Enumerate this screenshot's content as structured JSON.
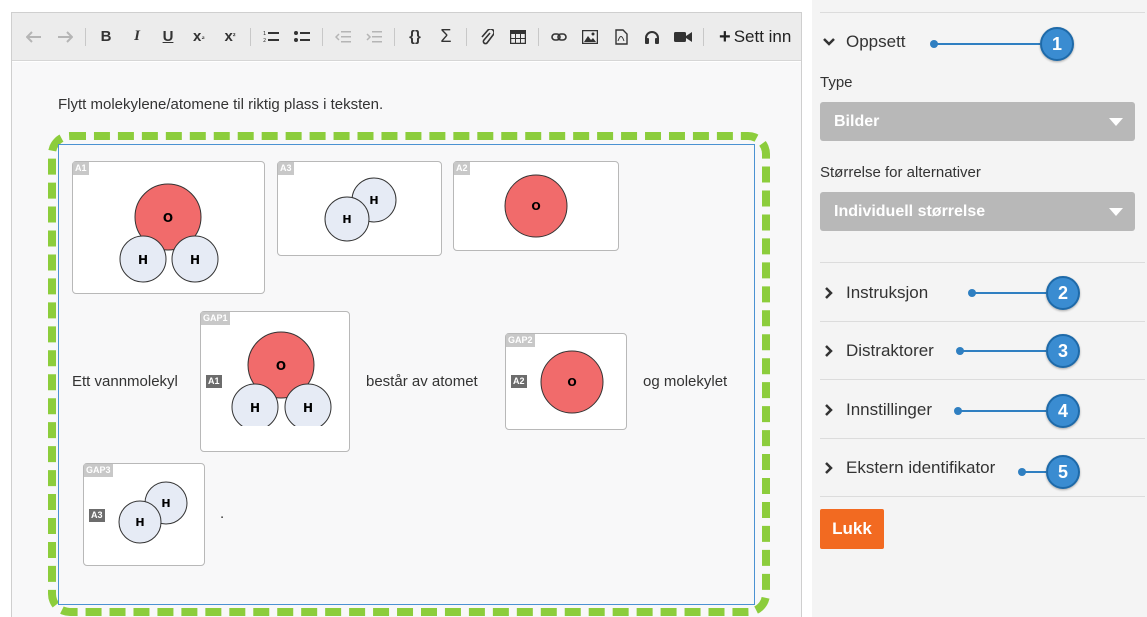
{
  "toolbar": {
    "insert_label": "Sett inn",
    "buttons": [
      "undo-icon",
      "redo-icon",
      "bold-icon",
      "italic-icon",
      "underline-icon",
      "subscript-icon",
      "superscript-icon",
      "ordered-list-icon",
      "bullet-list-icon",
      "outdent-icon",
      "indent-icon",
      "code-braces-icon",
      "sigma-icon",
      "paperclip-icon",
      "table-icon",
      "link-icon",
      "image-icon",
      "pdf-icon",
      "headphones-icon",
      "video-icon"
    ]
  },
  "editor": {
    "instruction": "Flytt molekylene/atomene til riktig plass i teksten.",
    "alternatives": [
      {
        "tag": "A1",
        "kind": "water",
        "labels": [
          "O",
          "H",
          "H"
        ]
      },
      {
        "tag": "A3",
        "kind": "hydrogen",
        "labels": [
          "H",
          "H"
        ]
      },
      {
        "tag": "A2",
        "kind": "oxygen",
        "labels": [
          "O"
        ]
      }
    ],
    "text_parts": {
      "part1": "Ett vannmolekyl",
      "part2": "består av atomet",
      "part3": "og molekylet",
      "part4": "."
    },
    "gaps": [
      {
        "gap": "GAP1",
        "answer": "A1"
      },
      {
        "gap": "GAP2",
        "answer": "A2"
      },
      {
        "gap": "GAP3",
        "answer": "A3"
      }
    ],
    "colors": {
      "oxygen": "#f16b6b",
      "hydrogen": "#e6ebf5",
      "zone_border": "#8ccd3c",
      "zone_inner": "#4b92d2"
    }
  },
  "panel": {
    "section_setup": "Oppsett",
    "type_label": "Type",
    "type_value": "Bilder",
    "size_label": "Størrelse for alternativer",
    "size_value": "Individuell størrelse",
    "sections": [
      "Instruksjon",
      "Distraktorer",
      "Innstillinger",
      "Ekstern identifikator"
    ],
    "close_label": "Lukk",
    "accent": "#f26a21"
  },
  "callouts": [
    "1",
    "2",
    "3",
    "4",
    "5"
  ]
}
